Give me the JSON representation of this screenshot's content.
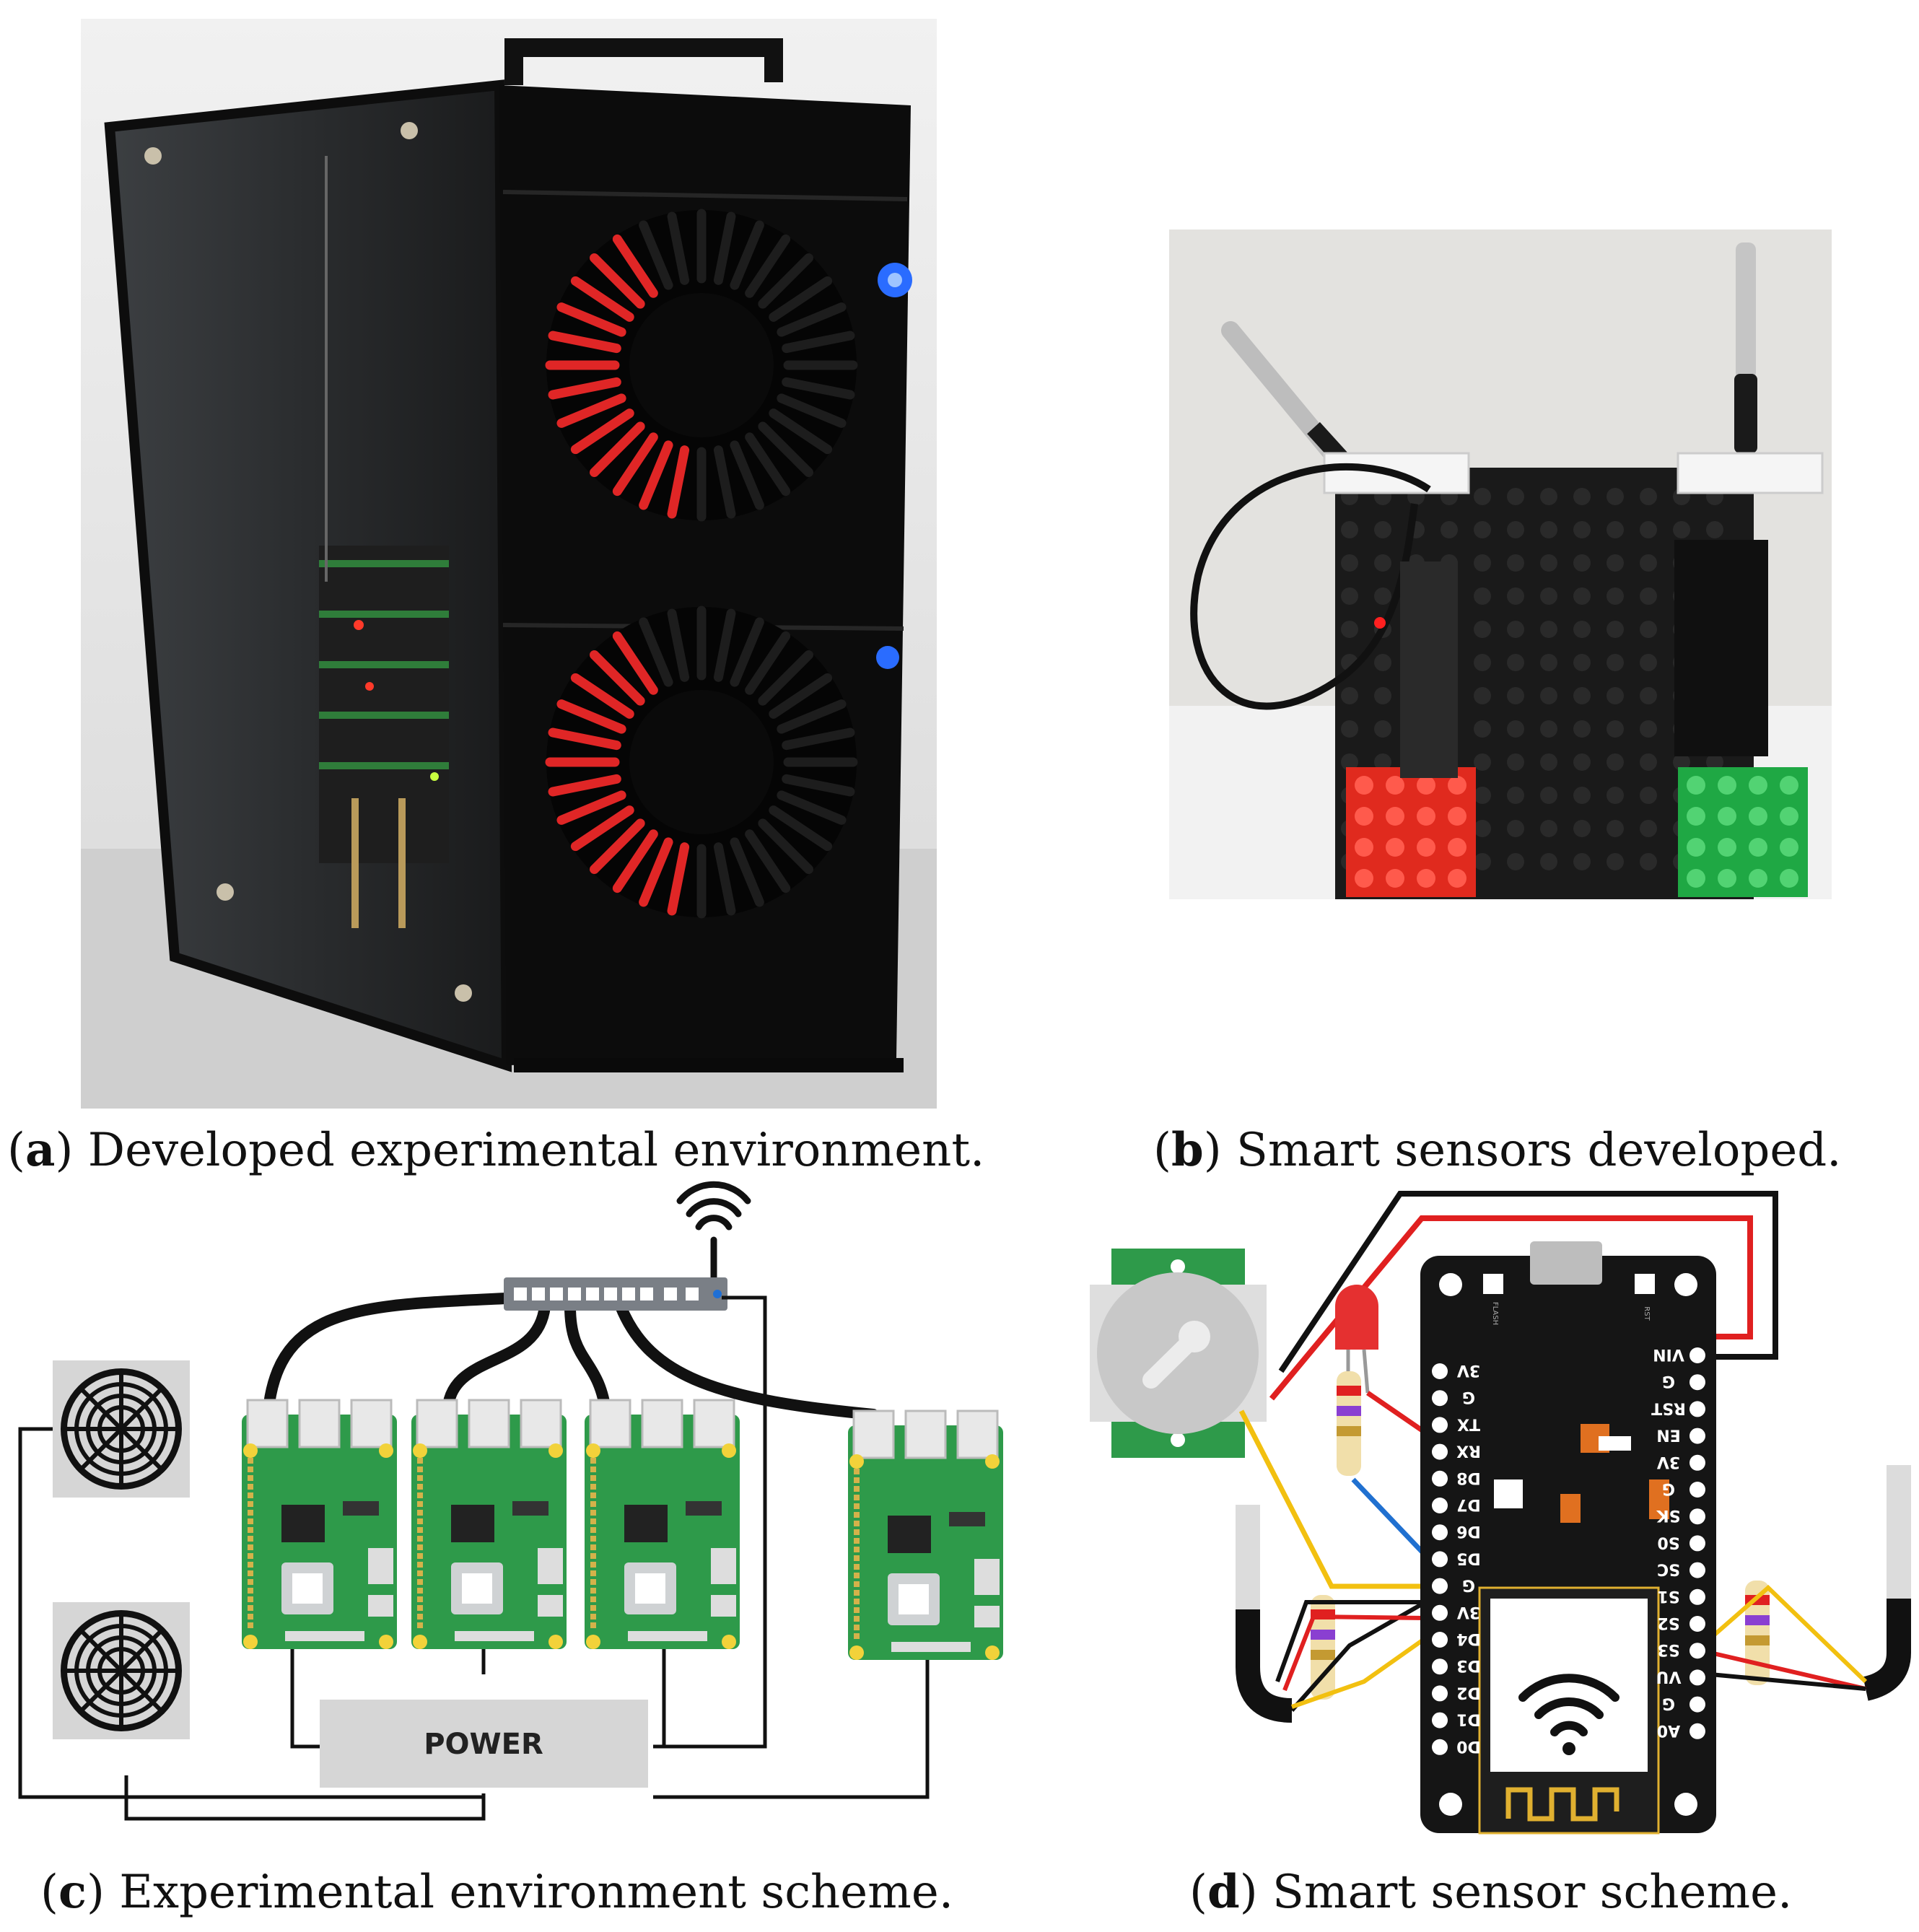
{
  "panels": {
    "a": {
      "letter": "a",
      "caption": ") Developed experimental environment."
    },
    "b": {
      "letter": "b",
      "caption": ") Smart sensors developed."
    },
    "c": {
      "letter": "c",
      "caption": ") Experimental environment scheme.",
      "power_label": "POWER"
    },
    "d": {
      "letter": "d",
      "caption": ") Smart sensor scheme.",
      "left_pins": [
        "3V",
        "G",
        "TX",
        "RX",
        "D8",
        "D7",
        "D6",
        "D5",
        "G",
        "3V",
        "D4",
        "D3",
        "D2",
        "D1",
        "D0"
      ],
      "right_pins": [
        "VIN",
        "G",
        "RST",
        "EN",
        "3V",
        "G",
        "SK",
        "S0",
        "SC",
        "S1",
        "S2",
        "S3",
        "VU",
        "G",
        "A0"
      ],
      "board_marks": [
        "FLASH",
        "RST"
      ]
    }
  },
  "colors": {
    "pcb_green": "#2e9a4a",
    "wire_red": "#e02020",
    "wire_yellow": "#f2c010",
    "wire_blue": "#2070d0",
    "board_black": "#151515",
    "fan_red": "#e02626",
    "led_blue": "#2a6cff"
  },
  "icons": [
    "wifi-icon",
    "fan-icon",
    "raspberry-pi-board-icon",
    "network-switch-icon",
    "pir-sensor-icon",
    "temperature-probe-icon",
    "led-icon",
    "resistor-icon"
  ]
}
